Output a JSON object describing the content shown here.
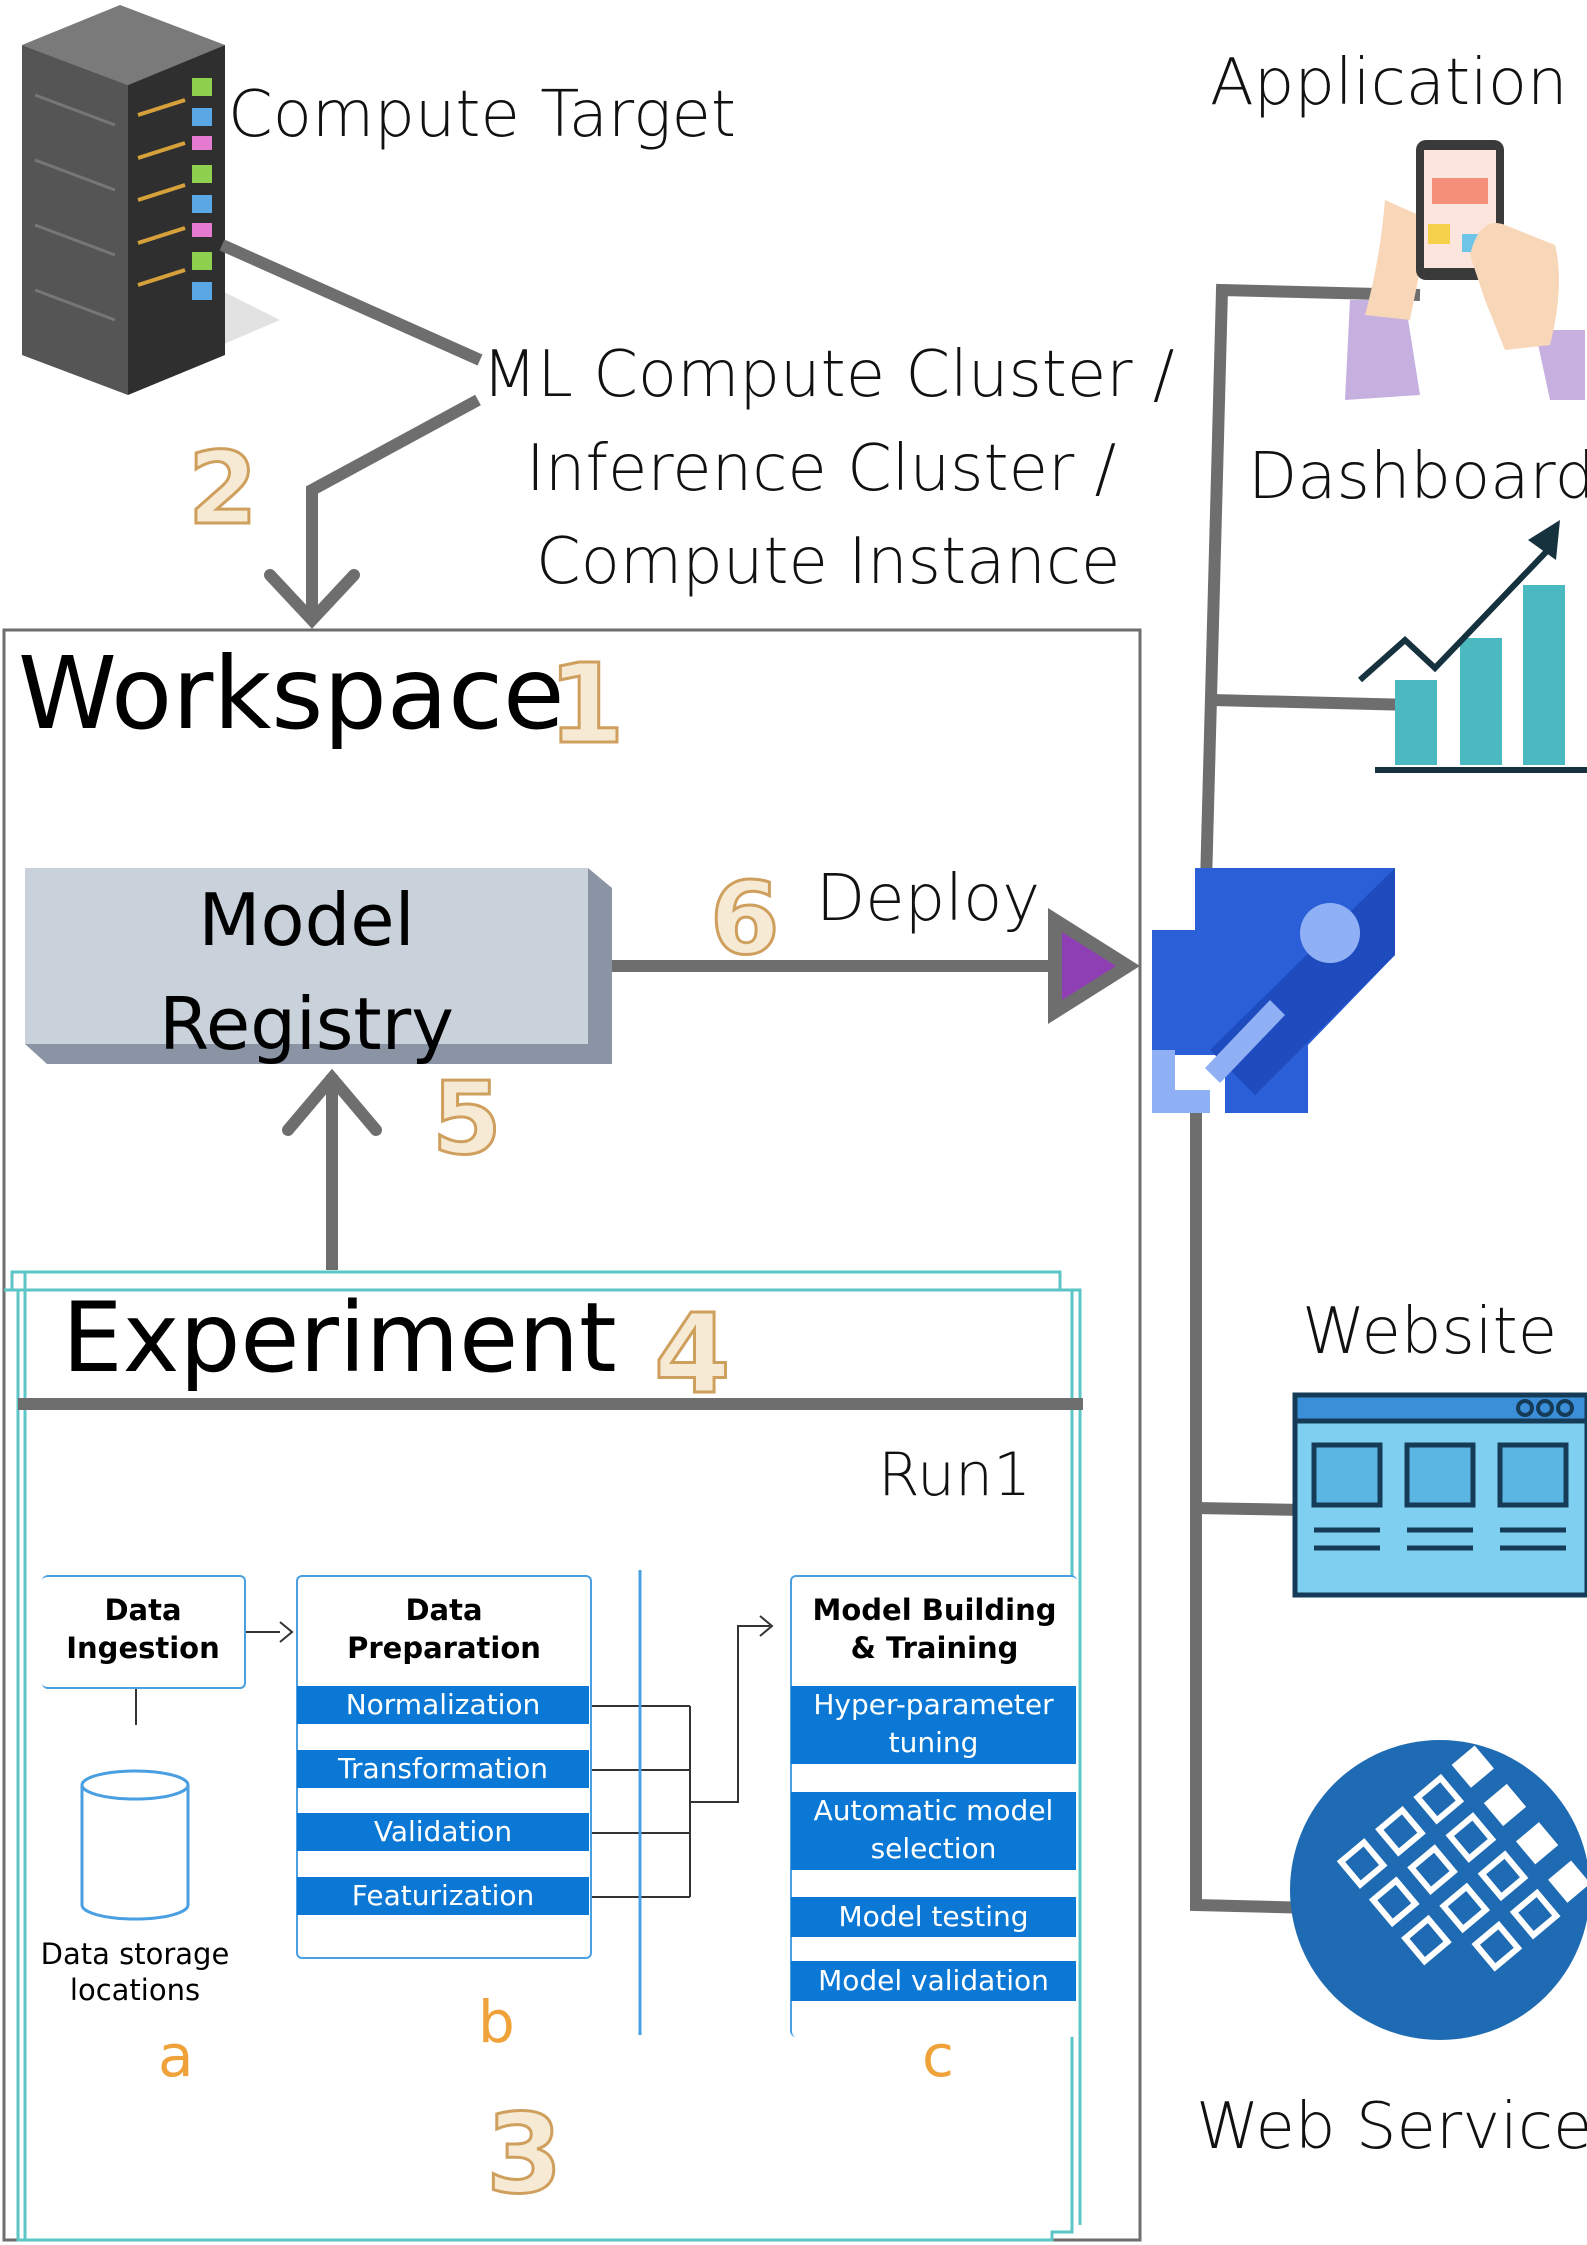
{
  "compute": {
    "target_label": "Compute Target",
    "cluster_lines": [
      "ML Compute Cluster /",
      "Inference Cluster /",
      "Compute Instance"
    ],
    "step_number": "2"
  },
  "workspace": {
    "title": "Workspace",
    "step_number": "1",
    "model_registry": {
      "line1": "Model",
      "line2": "Registry"
    },
    "registry_step": "5",
    "deploy": {
      "label": "Deploy",
      "step_number": "6"
    }
  },
  "experiment": {
    "title": "Experiment",
    "step_number": "4",
    "run_label": "Run1",
    "pipeline_step_number": "3",
    "stages": {
      "ingestion": {
        "line1": "Data",
        "line2": "Ingestion"
      },
      "storage": {
        "line1": "Data storage",
        "line2": "locations"
      },
      "preparation": {
        "line1": "Data",
        "line2": "Preparation",
        "steps": [
          "Normalization",
          "Transformation",
          "Validation",
          "Featurization"
        ]
      },
      "training": {
        "line1": "Model Building",
        "line2": "& Training",
        "steps": [
          {
            "line1": "Hyper-parameter",
            "line2": "tuning"
          },
          {
            "line1": "Automatic model",
            "line2": "selection"
          },
          {
            "line1": "Model testing",
            "line2": ""
          },
          {
            "line1": "Model validation",
            "line2": ""
          }
        ]
      }
    },
    "letters": [
      "a",
      "b",
      "c"
    ]
  },
  "targets": {
    "application": "Application",
    "dashboard": "Dashboard",
    "website": "Website",
    "web_service": "Web Service"
  },
  "colors": {
    "connector_gray": "#6e6e6e",
    "number_outline": "#cf9f5e",
    "stage_blue": "#0a78d4",
    "deploy_blue": "#2a5fd8",
    "teal": "#4ab9c0",
    "experiment_border": "#5cc5c5"
  }
}
